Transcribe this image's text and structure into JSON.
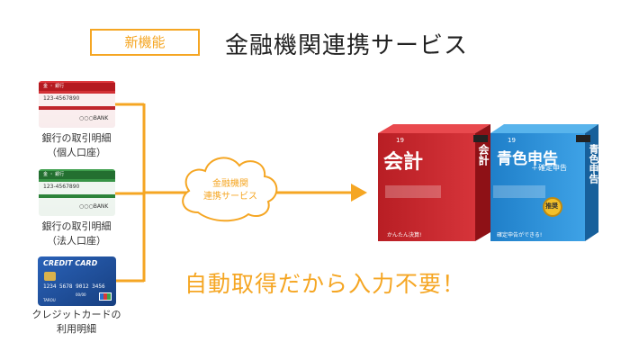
{
  "header": {
    "badge": "新機能",
    "title": "金融機関連携サービス"
  },
  "sources": [
    {
      "type": "bank-passbook",
      "bank_name_mark": "金 ・ 銀行",
      "account_number": "123-4567890",
      "bank_label": "○○○BANK",
      "color": "#c8242b",
      "caption_line1": "銀行の取引明細",
      "caption_line2": "（個人口座）"
    },
    {
      "type": "bank-passbook",
      "bank_name_mark": "金 ・ 銀行",
      "account_number": "123-4567890",
      "bank_label": "○○○BANK",
      "color": "#2e8b3c",
      "caption_line1": "銀行の取引明細",
      "caption_line2": "（法人口座）"
    },
    {
      "type": "credit-card",
      "card_label": "CREDIT CARD",
      "card_number": "1234 5678 9012 3456",
      "valid": "00/00",
      "holder": "TAROU",
      "color": "#1f4f9c",
      "caption_line1": "クレジットカードの",
      "caption_line2": "利用明細"
    }
  ],
  "cloud": {
    "line1": "金融機関",
    "line2": "連携サービス"
  },
  "products": [
    {
      "name": "会計",
      "color": "#c8242b",
      "version": "19",
      "sub": "かんたん決算!",
      "spine": "会計"
    },
    {
      "name": "青色申告",
      "sub_name": "＋確定申告",
      "color": "#2a8fd6",
      "version": "19",
      "sub": "確定申告ができる!",
      "spine": "青色申告",
      "badge": "推奨"
    }
  ],
  "slogan": "自動取得だから入力不要！",
  "colors": {
    "accent": "#f5a623",
    "connector": "#f5a623"
  }
}
